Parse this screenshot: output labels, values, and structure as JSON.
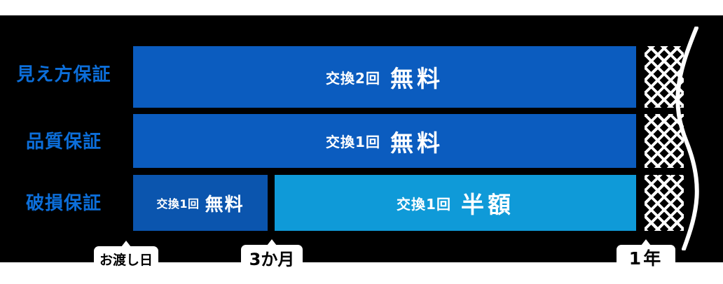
{
  "chart_data": {
    "type": "bar",
    "title": "",
    "orientation": "horizontal-timeline",
    "background_color": "#000000",
    "categories": [
      "見え方保証",
      "品質保証",
      "破損保証"
    ],
    "timeline_ticks": [
      "お渡し日",
      "3か月",
      "1年"
    ],
    "colors": {
      "bar_dark_blue": "#0b5cbf",
      "bar_dark_blue_alt": "#0b55ae",
      "bar_light_blue": "#0f9ad8",
      "label_blue": "#0c6ed9",
      "badge_background": "#ffffff",
      "badge_text": "#000000",
      "panel_background": "#000000",
      "hatch_line": "#ffffff"
    },
    "rows": [
      {
        "label": "見え方保証",
        "segments": [
          {
            "count_text": "交換2回",
            "benefit_text": "無料",
            "color": "#0b5cbf",
            "start_tick": "お渡し日",
            "end_tick": "1年"
          }
        ]
      },
      {
        "label": "品質保証",
        "segments": [
          {
            "count_text": "交換1回",
            "benefit_text": "無料",
            "color": "#0b5cbf",
            "start_tick": "お渡し日",
            "end_tick": "1年"
          }
        ]
      },
      {
        "label": "破損保証",
        "segments": [
          {
            "count_text": "交換1回",
            "benefit_text": "無料",
            "color": "#0b55ae",
            "start_tick": "お渡し日",
            "end_tick": "3か月"
          },
          {
            "count_text": "交換1回",
            "benefit_text": "半額",
            "color": "#0f9ad8",
            "start_tick": "3か月",
            "end_tick": "1年"
          }
        ]
      }
    ],
    "continuation_marker": {
      "style": "cross-hatch",
      "note_visible": false
    }
  }
}
